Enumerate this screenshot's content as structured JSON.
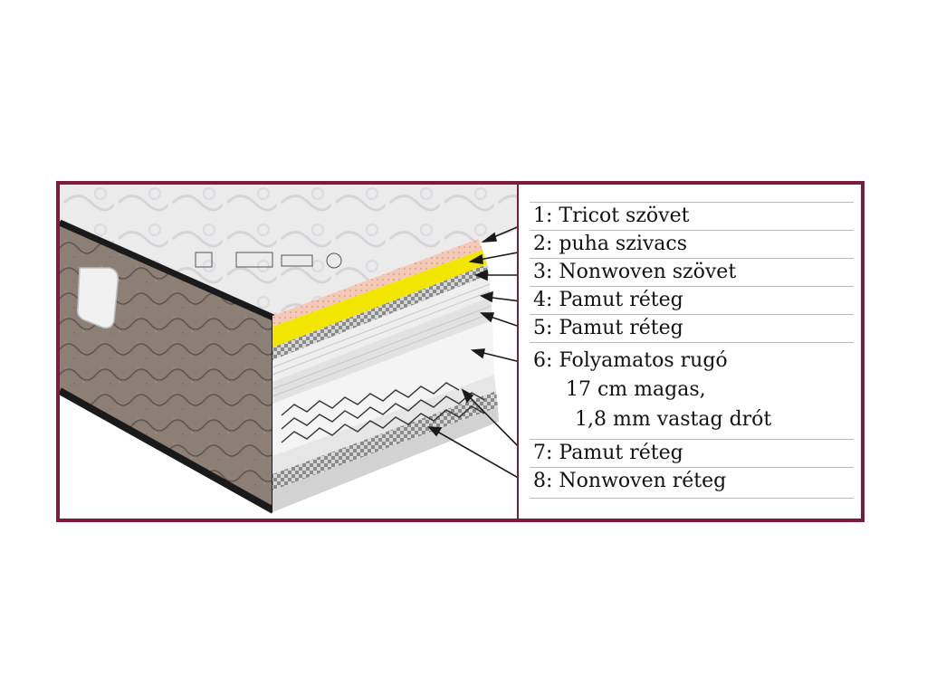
{
  "legend": {
    "items": [
      {
        "lines": [
          "1: Tricot szövet"
        ]
      },
      {
        "lines": [
          "2: puha szivacs"
        ]
      },
      {
        "lines": [
          "3: Nonwoven szövet"
        ]
      },
      {
        "lines": [
          "4: Pamut réteg"
        ]
      },
      {
        "lines": [
          "5: Pamut réteg"
        ]
      },
      {
        "lines": [
          "6: Folyamatos rugó",
          "17 cm magas,",
          "1,8 mm vastag drót"
        ]
      },
      {
        "lines": [
          "7: Pamut réteg"
        ]
      },
      {
        "lines": [
          "8: Nonwoven réteg"
        ]
      }
    ]
  },
  "colors": {
    "frame": "#7a1c3a",
    "foam": "#f2e600",
    "tricot": "#f0c2b0",
    "side_fabric": "#8d8178",
    "piping": "#1a1a1a"
  }
}
